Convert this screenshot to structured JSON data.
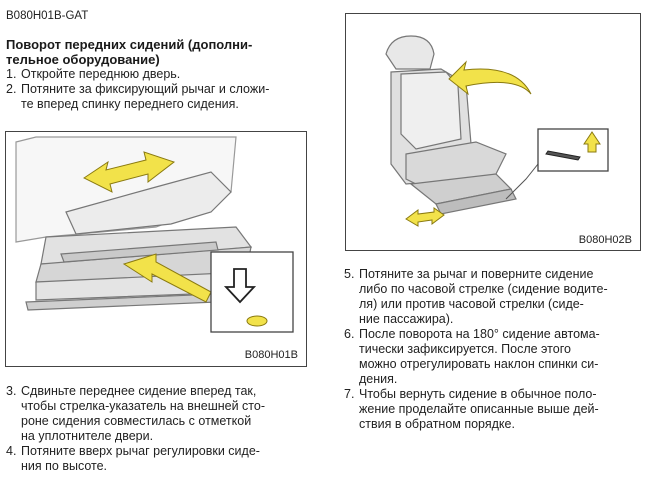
{
  "doc_code": "B080H01B-GAT",
  "title_lines": [
    "Поворот передних сидений (дополни-",
    "тельное оборудование)"
  ],
  "steps_top": [
    {
      "num": "1.",
      "lines": [
        "Откройте переднюю дверь."
      ]
    },
    {
      "num": "2.",
      "lines": [
        "Потяните за фиксирующий рычаг и сложи-",
        "те вперед спинку переднего сидения."
      ]
    }
  ],
  "steps_left_bottom": [
    {
      "num": "3.",
      "lines": [
        "Сдвиньте переднее сидение вперед так,",
        "чтобы стрелка-указатель на внешней сто-",
        "роне сидения совместилась с отметкой",
        "на уплотнителе двери."
      ]
    },
    {
      "num": "4.",
      "lines": [
        "Потяните вверх рычаг регулировки сиде-",
        "ния по высоте."
      ]
    }
  ],
  "steps_right": [
    {
      "num": "5.",
      "lines": [
        "Потяните за рычаг и поверните сидение",
        "либо по часовой стрелке (сидение водите-",
        "ля) или против часовой стрелки (сиде-",
        "ние пассажира)."
      ]
    },
    {
      "num": "6.",
      "lines": [
        "После поворота на 180° сидение автома-",
        "тически зафиксируется. После этого",
        "можно отрегулировать наклон спинки си-",
        "дения."
      ]
    },
    {
      "num": "7.",
      "lines": [
        "Чтобы вернуть сидение в обычное поло-",
        "жение проделайте описанные выше дей-",
        "ствия в обратном порядке."
      ]
    }
  ],
  "figure1": {
    "label": "B080H01B",
    "icons": [
      "double-arrow-icon",
      "pointer-arrow-icon",
      "down-arrow-icon"
    ]
  },
  "figure2": {
    "label": "B080H02B",
    "icons": [
      "rotate-arrow-icon",
      "up-arrow-icon",
      "double-arrow-icon"
    ]
  },
  "colors": {
    "arrow_fill": "#f2e24a",
    "arrow_stroke": "#8a7a10",
    "line_art": "#777777",
    "frame": "#444444"
  }
}
